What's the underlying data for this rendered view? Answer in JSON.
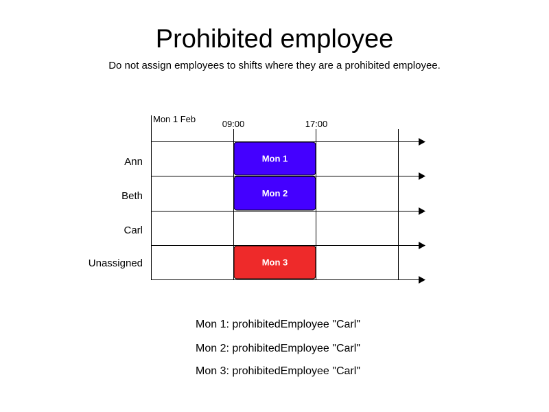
{
  "title": "Prohibited employee",
  "subtitle": "Do not assign employees to shifts where they are a prohibited employee.",
  "timeline": {
    "date_label": "Mon 1 Feb",
    "time_labels": [
      "09:00",
      "17:00"
    ]
  },
  "rows": [
    {
      "label": "Ann"
    },
    {
      "label": "Beth"
    },
    {
      "label": "Carl"
    },
    {
      "label": "Unassigned"
    }
  ],
  "shifts": [
    {
      "label": "Mon 1",
      "row": "Ann",
      "start": "09:00",
      "end": "17:00",
      "color": "#4400ff"
    },
    {
      "label": "Mon 2",
      "row": "Beth",
      "start": "09:00",
      "end": "17:00",
      "color": "#4400ff"
    },
    {
      "label": "Mon 3",
      "row": "Unassigned",
      "start": "09:00",
      "end": "17:00",
      "color": "#ee2a2a"
    }
  ],
  "notes": [
    "Mon 1: prohibitedEmployee \"Carl\"",
    "Mon 2: prohibitedEmployee \"Carl\"",
    "Mon 3: prohibitedEmployee \"Carl\""
  ]
}
